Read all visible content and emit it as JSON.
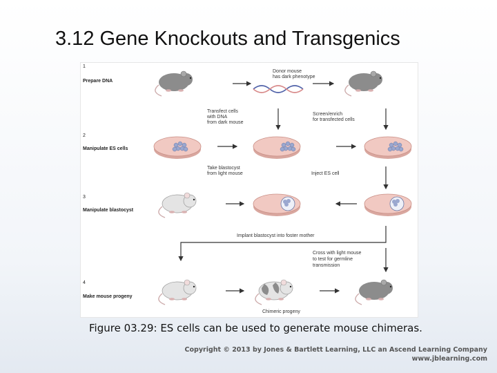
{
  "title": "3.12  Gene Knockouts and Transgenics",
  "figure": {
    "steps": [
      {
        "number": "1",
        "label": "Prepare DNA"
      },
      {
        "number": "2",
        "label": "Manipulate ES cells"
      },
      {
        "number": "3",
        "label": "Manipulate blastocyst"
      },
      {
        "number": "4",
        "label": "Make mouse progeny"
      }
    ],
    "annotations": {
      "donor_line1": "Donor mouse",
      "donor_line2": "has dark phenotype",
      "transfect_line1": "Transfect cells",
      "transfect_line2": "with DNA",
      "transfect_line3": "from dark mouse",
      "screen_line1": "Screen/enrich",
      "screen_line2": "for transfected cells",
      "blastocyst_line1": "Take blastocyst",
      "blastocyst_line2": "from light mouse",
      "inject": "Inject ES cell",
      "implant": "Implant blastocyst into foster mother",
      "cross_line1": "Cross with light mouse",
      "cross_line2": "to test for germline",
      "cross_line3": "transmission",
      "chimeric": "Chimeric progeny"
    }
  },
  "caption": "Figure 03.29: ES cells can be used to generate mouse chimeras.",
  "copyright_line1": "Copyright © 2013 by Jones & Bartlett Learning, LLC an Ascend Learning Company",
  "copyright_line2": "www.jblearning.com",
  "colors": {
    "dark_mouse": "#8c8c8c",
    "light_mouse": "#e4e4e4",
    "dish": "#f1c9c2",
    "cells": "#9aa7cf",
    "arrow": "#333333"
  }
}
